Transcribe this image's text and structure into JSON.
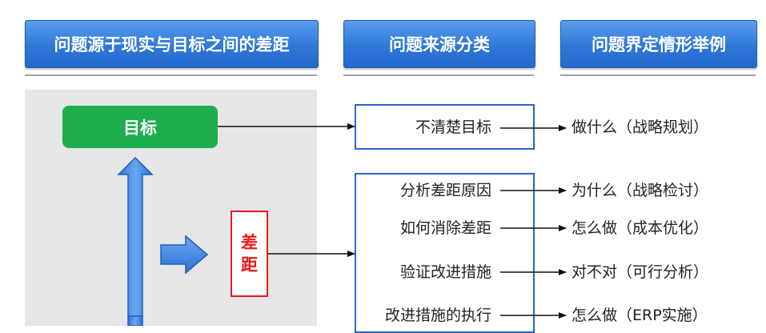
{
  "headers": [
    "问题源于现实与目标之间的差距",
    "问题来源分类",
    "问题界定情形举例"
  ],
  "goal_label": "目标",
  "gap_label": [
    "差",
    "距"
  ],
  "categories": [
    "不清楚目标",
    "分析差距原因",
    "如何消除差距",
    "验证改进措施",
    "改进措施的执行"
  ],
  "examples": [
    "做什么（战略规划）",
    "为什么（战略检讨）",
    "怎么做（成本优化）",
    "对不对（可行分析）",
    "怎么做（ERP实施）"
  ],
  "colors": {
    "header_blue": "#2f78d8",
    "goal_green": "#1fae4d",
    "gap_red": "#e81a1a",
    "box_border_blue": "#2b63c4",
    "panel_gray": "#e6e6e6"
  }
}
